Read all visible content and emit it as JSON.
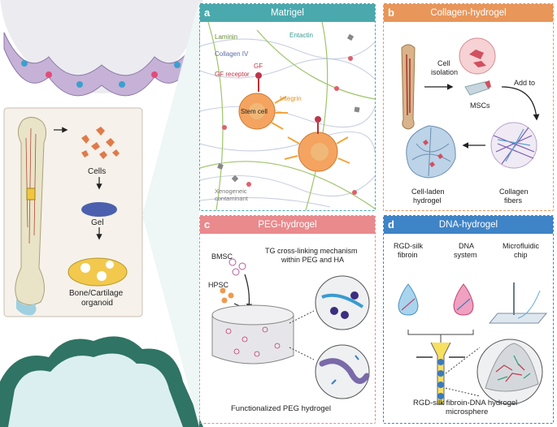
{
  "left": {
    "cells": "Cells",
    "gel": "Gel",
    "organoid_line1": "Bone/Cartilage",
    "organoid_line2": "organoid"
  },
  "panel_a": {
    "letter": "a",
    "title": "Matrigel",
    "laminin": "Laminin",
    "entactin": "Entactin",
    "collagen_iv": "Collagen IV",
    "gf": "GF",
    "gf_receptor": "GF receptor",
    "integrin": "Integrin",
    "stem_cell": "Stem cell",
    "xeno_line1": "Xenogeneic",
    "xeno_line2": "contaminant",
    "color": "#4aa9ad"
  },
  "panel_b": {
    "letter": "b",
    "title": "Collagen-hydrogel",
    "cell_isolation_1": "Cell",
    "cell_isolation_2": "isolation",
    "add_to": "Add to",
    "mscs": "MSCs",
    "cell_laden_1": "Cell-laden",
    "cell_laden_2": "hydrogel",
    "collagen_fibers_1": "Collagen",
    "collagen_fibers_2": "fibers",
    "color": "#e8965a"
  },
  "panel_c": {
    "letter": "c",
    "title": "PEG-hydrogel",
    "bmsc": "BMSC",
    "hpsc": "HPSC",
    "tg_line1": "TG cross-linking mechanism",
    "tg_line2": "within PEG and HA",
    "caption": "Functionalized PEG hydrogel",
    "color": "#e98a8d"
  },
  "panel_d": {
    "letter": "d",
    "title": "DNA-hydrogel",
    "rgd_1": "RGD-silk",
    "rgd_2": "fibroin",
    "dna_1": "DNA",
    "dna_2": "system",
    "micro_1": "Microfluidic",
    "micro_2": "chip",
    "caption_1": "RGD-silk fibroin-DNA hydrogel",
    "caption_2": "microsphere",
    "color": "#3f84c6"
  }
}
